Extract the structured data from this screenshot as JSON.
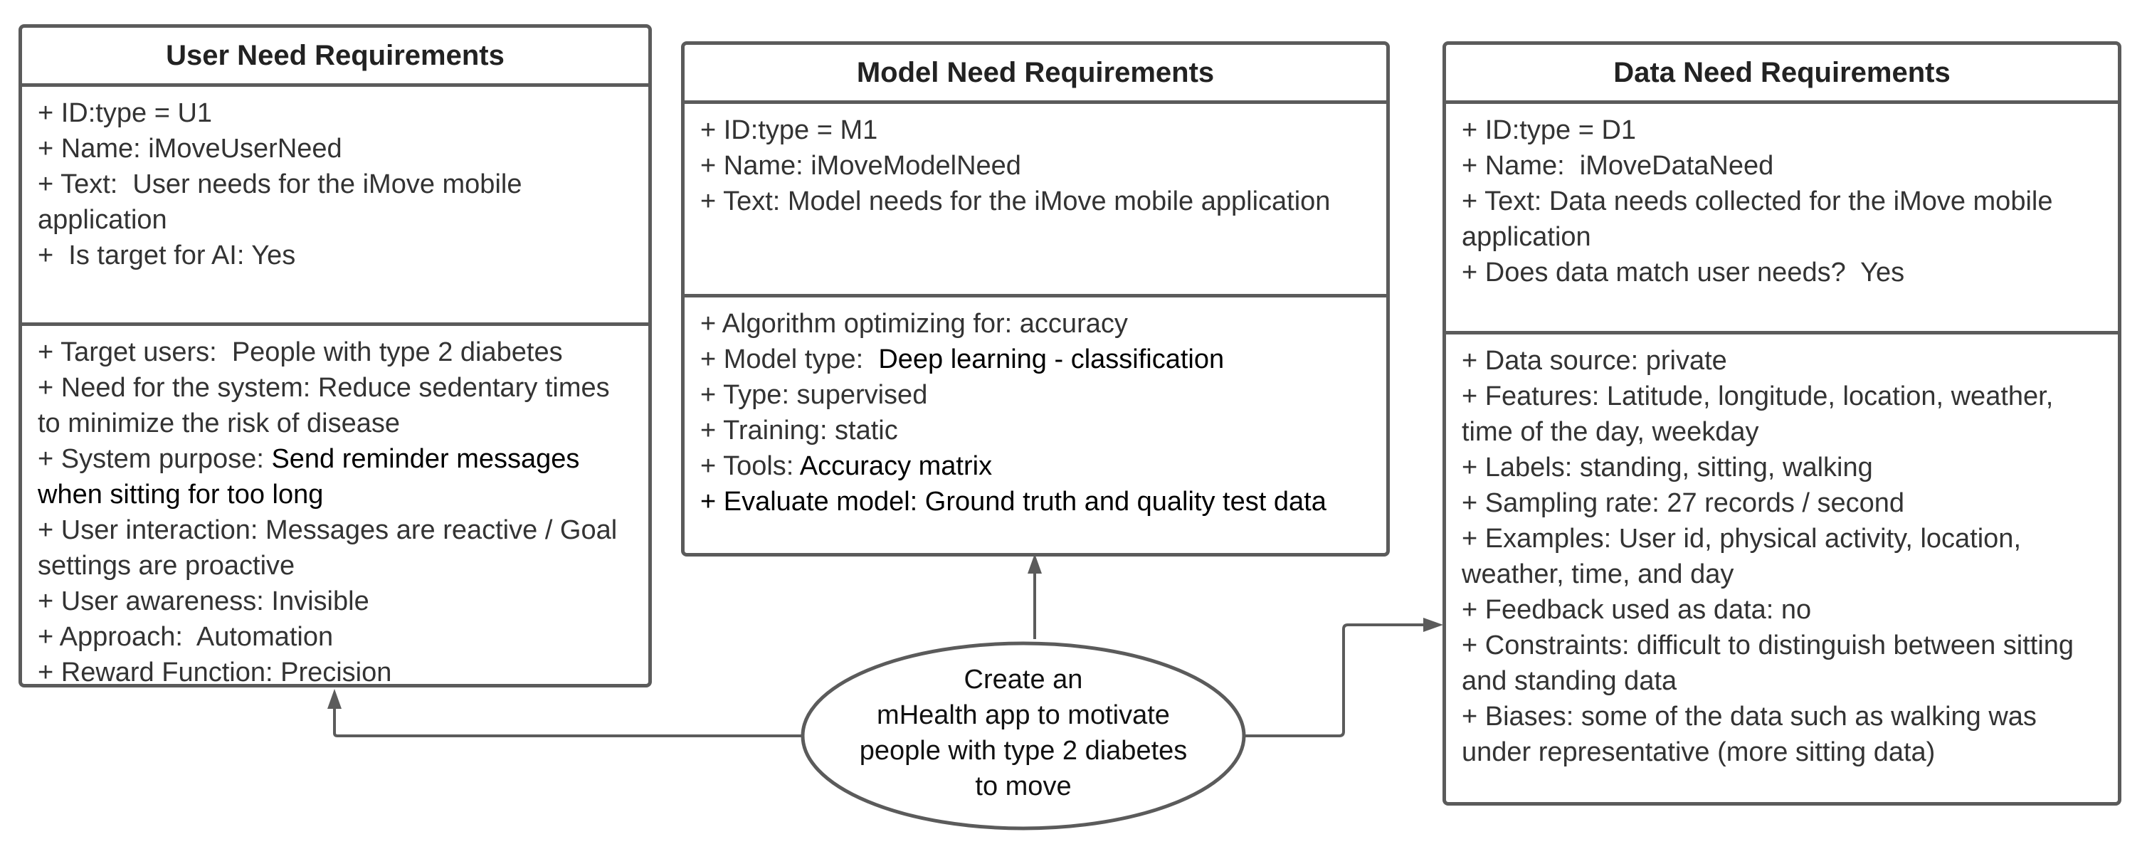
{
  "user_box": {
    "title": "User Need Requirements",
    "attributes": [
      "+ ID:type = U1",
      "+ Name: iMoveUserNeed",
      "+ Text:  User needs for the iMove mobile application",
      "+  Is target for AI: Yes"
    ],
    "operations": [
      {
        "label": "+ Target users:  People with type 2 diabetes",
        "value": ""
      },
      {
        "label": "+ Need for the system: Reduce sedentary times to minimize the risk of disease",
        "value": ""
      },
      {
        "label": "+ System purpose: ",
        "value": "Send reminder messages when sitting for too long"
      },
      {
        "label": "+ User interaction: Messages are reactive / Goal settings are proactive",
        "value": ""
      },
      {
        "label": "+ User awareness: Invisible",
        "value": ""
      },
      {
        "label": "+ Approach:  Automation",
        "value": ""
      },
      {
        "label": "+ Reward Function: Precision",
        "value": ""
      }
    ]
  },
  "model_box": {
    "title": "Model Need Requirements",
    "attributes": [
      "+ ID:type = M1",
      "+ Name: iMoveModelNeed",
      "+ Text: Model needs for the iMove mobile application"
    ],
    "operations": [
      {
        "label": "+ Algorithm optimizing for: accuracy",
        "value": ""
      },
      {
        "label": "+ Model type:  ",
        "value": "Deep learning - classification"
      },
      {
        "label": "+ Type: supervised",
        "value": ""
      },
      {
        "label": "+ Training: static",
        "value": ""
      },
      {
        "label": "+ Tools: ",
        "value": "Accuracy matrix"
      },
      {
        "label": "",
        "value": "+ Evaluate model: Ground truth and quality test data"
      }
    ]
  },
  "data_box": {
    "title": "Data Need Requirements",
    "attributes": [
      "+ ID:type = D1",
      "+ Name:  iMoveDataNeed",
      "+ Text: Data needs collected for the iMove mobile application",
      "+ Does data match user needs?  Yes"
    ],
    "operations": [
      {
        "label": "+ Data source: private",
        "value": ""
      },
      {
        "label": "+ Features: Latitude, longitude, location, weather, time of the day, weekday",
        "value": ""
      },
      {
        "label": "+ Labels: standing, sitting, walking",
        "value": ""
      },
      {
        "label": "+ Sampling rate: 27 records / second",
        "value": ""
      },
      {
        "label": "+ Examples: User id, physical activity, location, weather, time, and day",
        "value": ""
      },
      {
        "label": "+ Feedback used as data: no",
        "value": ""
      },
      {
        "label": "+ Constraints: difficult to distinguish between sitting and standing data",
        "value": ""
      },
      {
        "label": "+ Biases: some of the data such as walking was under representative (more sitting data)",
        "value": ""
      }
    ]
  },
  "goal": {
    "lines": [
      "Create an",
      "mHealth app to motivate",
      "people with type 2 diabetes",
      "to move"
    ]
  },
  "colors": {
    "border": "#5b5b5b",
    "text": "#333333",
    "emphasis": "#000000"
  }
}
